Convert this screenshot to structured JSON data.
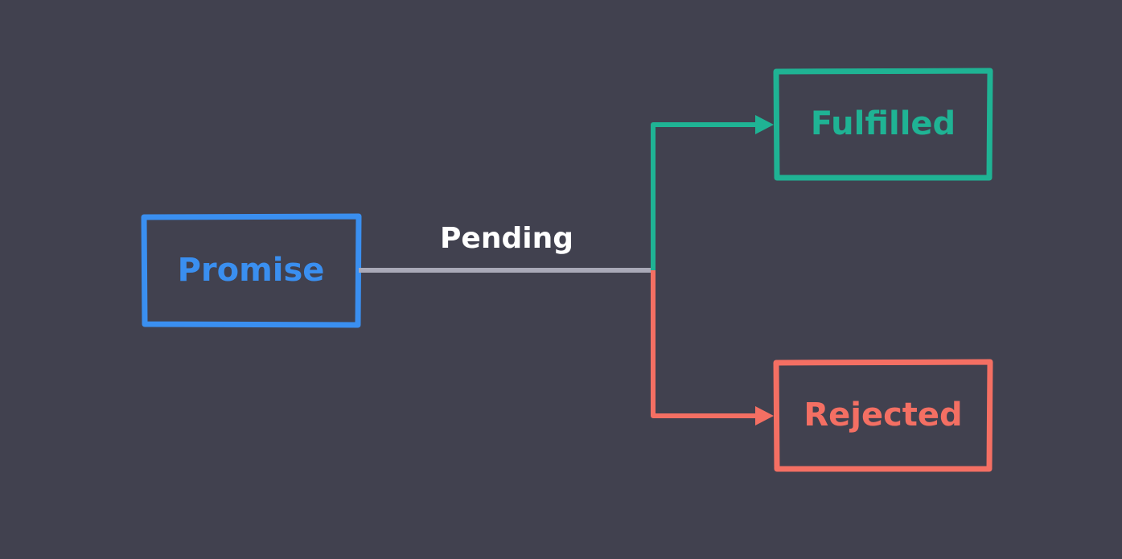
{
  "nodes": {
    "promise": {
      "label": "Promise",
      "color": "#3a8ff0"
    },
    "fulfilled": {
      "label": "Fulfilled",
      "color": "#1fb394"
    },
    "rejected": {
      "label": "Rejected",
      "color": "#f46f63"
    }
  },
  "edges": {
    "pending": {
      "label": "Pending",
      "color": "#a9a9b8",
      "label_color": "#ffffff"
    }
  },
  "theme": {
    "background": "#41414f"
  }
}
